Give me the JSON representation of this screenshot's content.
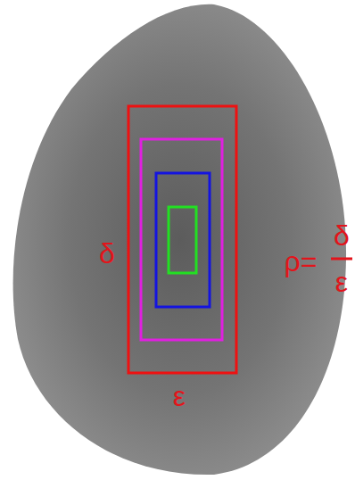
{
  "diagram": {
    "labels": [
      "δ",
      "ε",
      "ρ=",
      "δ",
      "ε"
    ]
  }
}
